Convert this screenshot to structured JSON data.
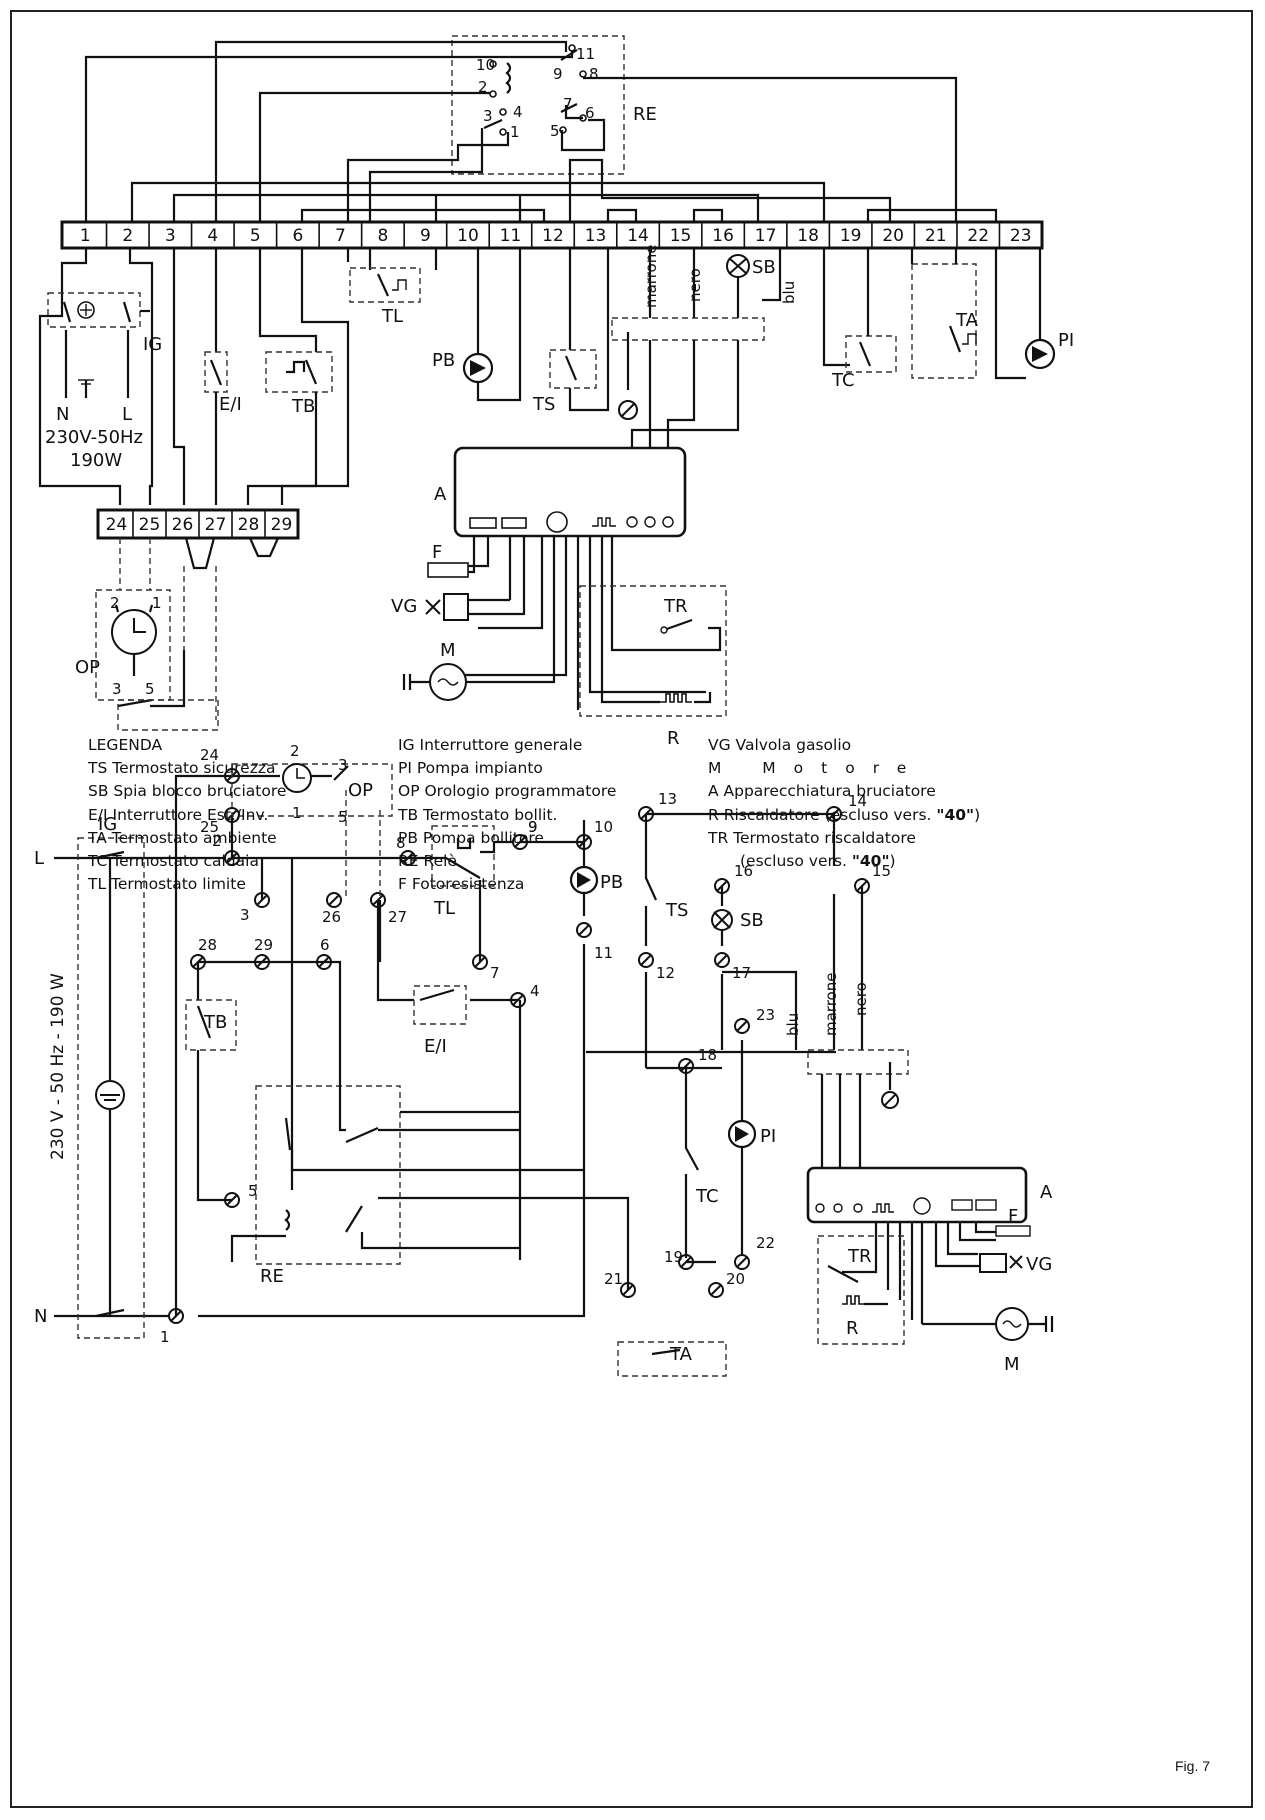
{
  "figure_label": "Fig. 7",
  "top_terminal_block": [
    "1",
    "2",
    "3",
    "4",
    "5",
    "6",
    "7",
    "8",
    "9",
    "10",
    "11",
    "12",
    "13",
    "14",
    "15",
    "16",
    "17",
    "18",
    "19",
    "20",
    "21",
    "22",
    "23"
  ],
  "lower_terminal_block": [
    "24",
    "25",
    "26",
    "27",
    "28",
    "29"
  ],
  "relay_contacts": [
    "10",
    "2",
    "11",
    "9",
    "8",
    "3",
    "4",
    "1",
    "7",
    "6",
    "5"
  ],
  "supply": {
    "n": "N",
    "l": "L",
    "voltage": "230V-50Hz",
    "power": "190W",
    "vertical_label": "230 V - 50 Hz - 190 W",
    "line_L": "L",
    "line_N": "N"
  },
  "component_labels": {
    "re": "RE",
    "ig": "IG",
    "ei": "E/I",
    "tb": "TB",
    "tl": "TL",
    "pb": "PB",
    "ts": "TS",
    "sb": "SB",
    "tc": "TC",
    "ta": "TA",
    "pi": "PI",
    "a": "A",
    "f": "F",
    "vg": "VG",
    "m": "M",
    "tr": "TR",
    "r": "R",
    "op": "OP"
  },
  "wire_colors": {
    "marrone": "marrone",
    "nero": "nero",
    "blu": "blu"
  },
  "timer_terminals": {
    "t2": "2",
    "t1": "1",
    "t3": "3",
    "t5": "5"
  },
  "legend": {
    "col1": [
      "LEGENDA",
      "TS Termostato sicurezza",
      "SB Spia blocco bruciatore",
      "E/I Interruttore Est./Inv.",
      "TA Termostato ambiente",
      "TC Termostato caldaia",
      "TL Termostato limite"
    ],
    "col2": [
      "IG Interruttore generale",
      "PI Pompa impianto",
      "OP Orologio programmatore",
      "TB Termostato bollit.",
      "PB Pompa bollitore",
      "RE Relè",
      "F Fotoresistenza"
    ],
    "col3": {
      "vg": "VG Valvola gasolio",
      "m": "M Motore",
      "a": "A Apparecchiatura bruciatore",
      "r_prefix": "R Riscaldatore (escluso vers. ",
      "r_bold": "\"40\"",
      "r_suffix": ")",
      "tr": "TR Termostato riscaldatore",
      "tr2_prefix": "(escluso vers. ",
      "tr2_bold": "\"40\"",
      "tr2_suffix": ")"
    }
  }
}
